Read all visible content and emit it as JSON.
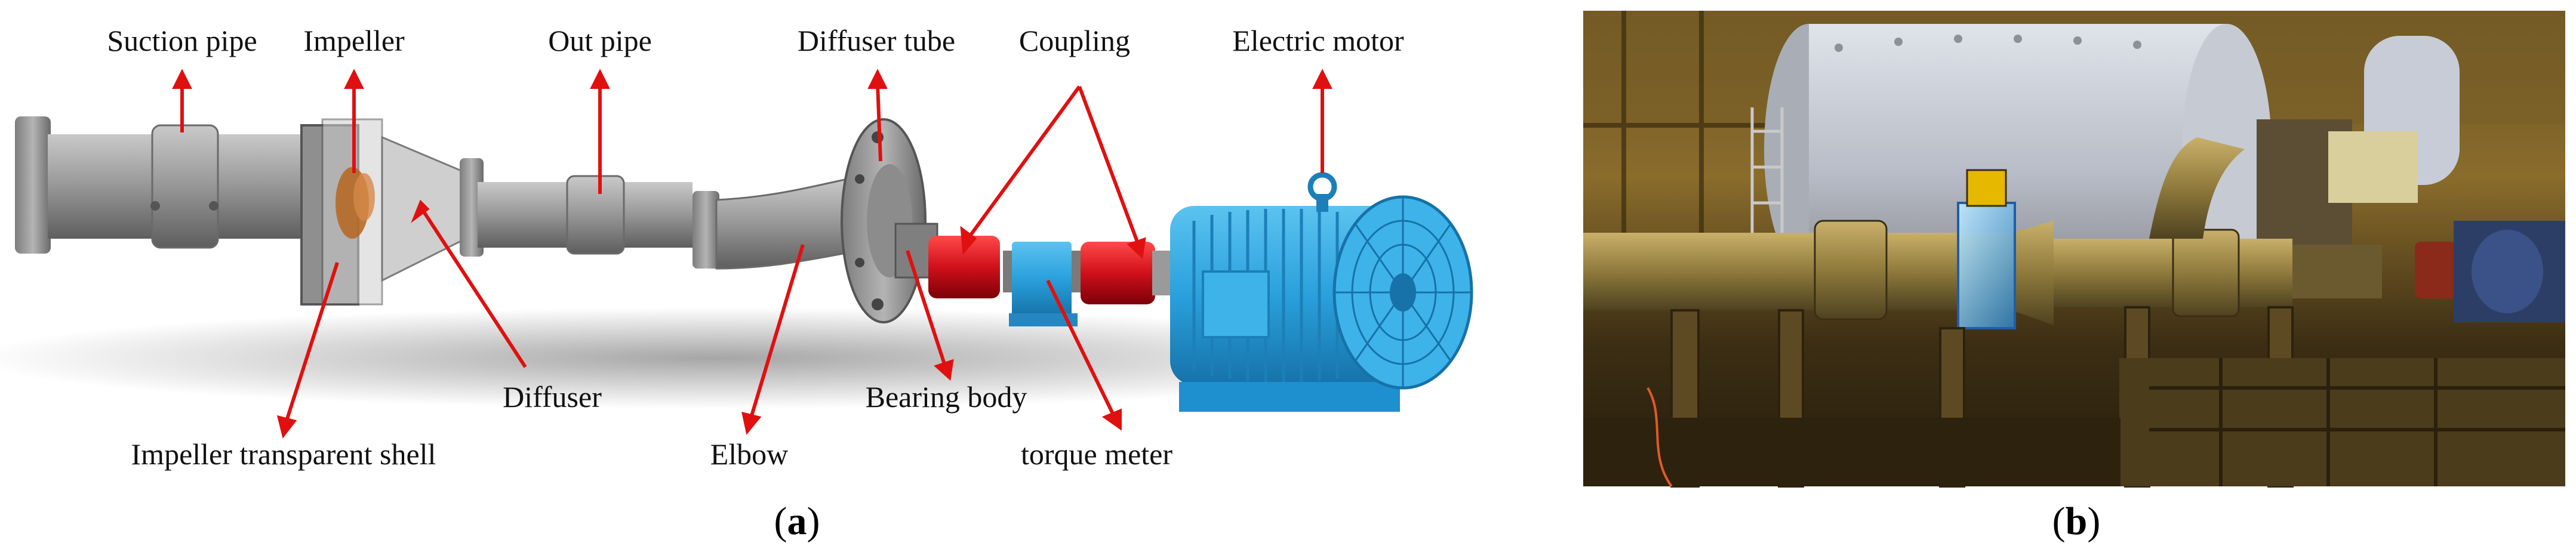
{
  "panel_a": {
    "caption_open": "(",
    "caption_letter": "a",
    "caption_close": ")",
    "labels": {
      "suction_pipe": "Suction pipe",
      "impeller": "Impeller",
      "out_pipe": "Out pipe",
      "diffuser_tube": "Diffuser tube",
      "coupling": "Coupling",
      "electric_motor": "Electric motor",
      "diffuser": "Diffuser",
      "bearing_body": "Bearing body",
      "impeller_transparent_shell": "Impeller transparent shell",
      "elbow": "Elbow",
      "torque_meter": "torque meter"
    }
  },
  "panel_b": {
    "caption_open": "(",
    "caption_letter": "b",
    "caption_close": ")"
  },
  "colors": {
    "arrow": "#e01010",
    "pipe": "#9a9a9a",
    "motor": "#29a3df",
    "coupling": "#d0101a",
    "photo_bg": "#4a3a1c"
  }
}
